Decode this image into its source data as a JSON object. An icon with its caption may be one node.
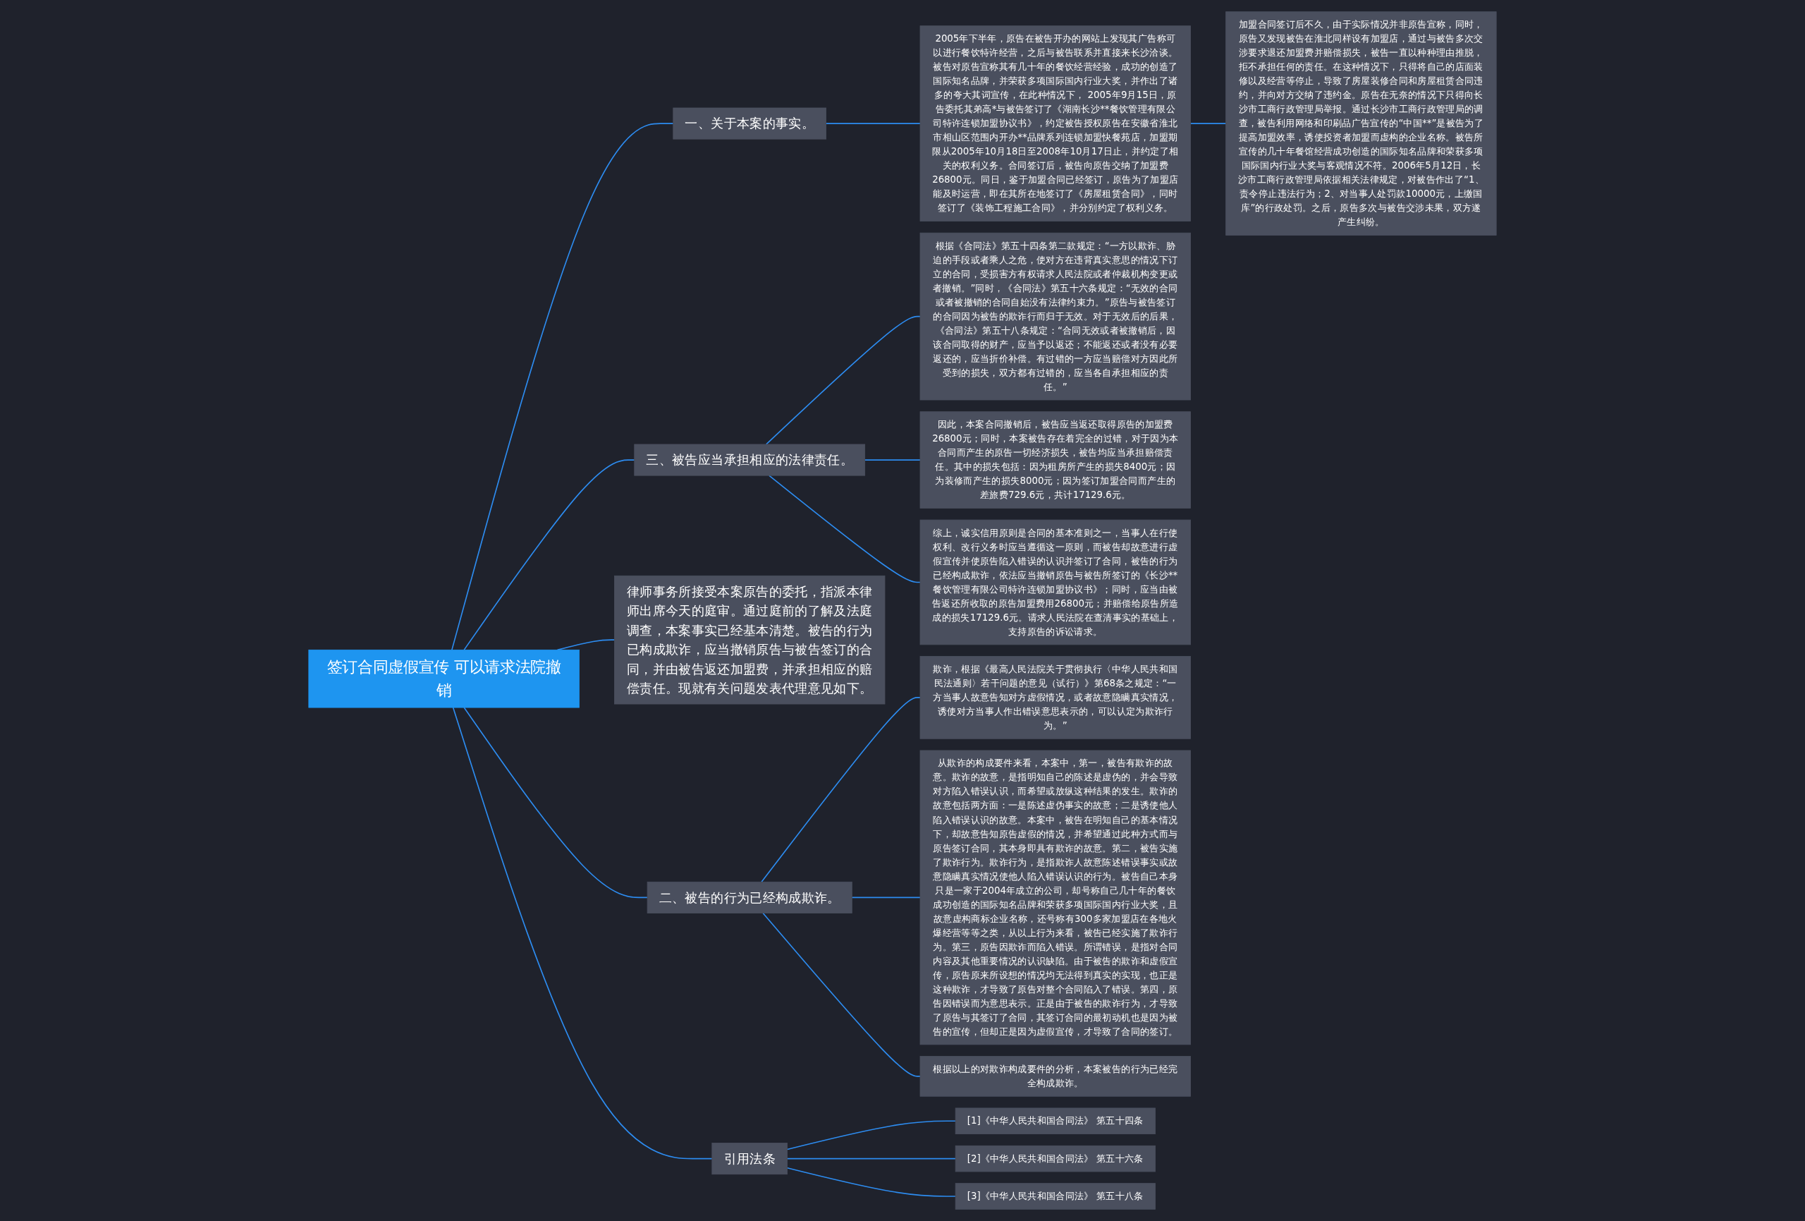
{
  "diagram": {
    "nodes": [
      {
        "text": [
          "签订合同虚假宣传 可以请求法院撤销"
        ]
      },
      {
        "text": [
          "一、关于本案的事实。"
        ]
      },
      {
        "text": [
          "2005年下半年，原告在被告开办的网站上发现其广告称可以进行餐饮特许经营，之后与被告联系并直接来长沙洽谈。被告对原告宣称其有几十年的餐饮经营经验，成功的创造了国际知名品牌，并荣获多项国际国内行业大奖，并作出了诸多的夸大其词宣传，在此种情况下， 2005年9月15日，原告委托其弟高*与被告签订了《湖南长沙**餐饮管理有限公司特许连锁加盟协议书》，约定被告授权原告在安徽省淮北市相山区范围内开办**品牌系列连锁加盟快餐苑店，加盟期限从2005年10月18日至2008年10月17日止，并约定了相关的权利义务。合同签订后，被告向原告交纳了加盟费26800元。同日，鉴于加盟合同已经签订，原告为了加盟店能及时运营，即在其所在地签订了《房屋租赁合同》，同时签订了《装饰工程施工合同》，并分别约定了权利义务。"
        ]
      },
      {
        "text": [
          "加盟合同签订后不久，由于实际情况并非原告宣称，同时，原告又发现被告在淮北同样设有加盟店，通过与被告多次交涉要求退还加盟费并赔偿损失，被告一直以种种理由推脱，拒不承担任何的责任。在这种情况下，只得将自己的店面装修以及经营等停止，导致了房屋装修合同和房屋租赁合同违约，并向对方交纳了违约金。原告在无奈的情况下只得向长沙市工商行政管理局举报。通过长沙市工商行政管理局的调查，被告利用网络和印刷品广告宣传的“中国**”是被告为了提高加盟效率，诱使投资者加盟而虚构的企业名称。被告所宣传的几十年餐馆经营成功创造的国际知名品牌和荣获多项国际国内行业大奖与客观情况不符。2006年5月12日，长沙市工商行政管理局依据相关法律规定，对被告作出了“1、责令停止违法行为；2、对当事人处罚款10000元，上缴国库”的行政处罚。之后，原告多次与被告交涉未果，双方遂产生纠纷。"
        ]
      },
      {
        "text": [
          "三、被告应当承担相应的法律责任。"
        ]
      },
      {
        "text": [
          "根据《合同法》第五十四条第二款规定：“一方以欺诈、胁迫的手段或者乘人之危，使对方在违背真实意思的情况下订立的合同，受损害方有权请求人民法院或者仲裁机构变更或者撤销。”同时，《合同法》第五十六条规定：“无效的合同或者被撤销的合同自始没有法律约束力。”原告与被告签订的合同因为被告的欺诈行而归于无效。对于无效后的后果，《合同法》第五十八条规定：“合同无效或者被撤销后，因该合同取得的财产，应当予以返还；不能返还或者没有必要返还的，应当折价补偿。有过错的一方应当赔偿对方因此所受到的损失，双方都有过错的，应当各自承担相应的责任。”"
        ]
      },
      {
        "text": [
          "因此，本案合同撤销后，被告应当返还取得原告的加盟费26800元；同时，本案被告存在着完全的过错，对于因为本合同而产生的原告一切经济损失，被告均应当承担赔偿责任。其中的损失包括：因为租房所产生的损失8400元；因为装修而产生的损失8000元；因为签订加盟合同而产生的差旅费729.6元，共计17129.6元。"
        ]
      },
      {
        "text": [
          "综上，诚实信用原则是合同的基本准则之一，当事人在行使权利、改行义务时应当遵循这一原则，而被告却故意进行虚假宣传并使原告陷入错误的认识并签订了合同，被告的行为已经构成欺诈，依法应当撤销原告与被告所签订的《长沙**餐饮管理有限公司特许连锁加盟协议书》；同时，应当由被告返还所收取的原告加盟费用26800元；并赔偿给原告所造成的损失17129.6元。请求人民法院在查清事实的基础上，支持原告的诉讼请求。"
        ]
      },
      {
        "text": [
          "律师事务所接受本案原告的委托，指派本律师出席今天的庭审。通过庭前的了解及法庭调查，本案事实已经基本清楚。被告的行为已构成欺诈，应当撤销原告与被告签订的合同，并由被告返还加盟费，并承担相应的赔偿责任。现就有关问题发表代理意见如下。"
        ]
      },
      {
        "text": [
          "二、被告的行为已经构成欺诈。"
        ]
      },
      {
        "text": [
          "欺诈，根据《最高人民法院关于贯彻执行〈中华人民共和国民法通则〉若干问题的意见（试行）》第68条之规定：“一方当事人故意告知对方虚假情况，或者故意隐瞒真实情况，诱使对方当事人作出错误意思表示的，可以认定为欺诈行为。”"
        ]
      },
      {
        "text": [
          "从欺诈的构成要件来看，本案中，第一，被告有欺诈的故意。欺诈的故意，是指明知自己的陈述是虚伪的，并会导致对方陷入错误认识，而希望或放纵这种结果的发生。欺诈的故意包括两方面：一是陈述虚伪事实的故意；二是诱使他人陷入错误认识的故意。本案中，被告在明知自己的基本情况下，却故意告知原告虚假的情况，并希望通过此种方式而与原告签订合同，其本身即具有欺诈的故意。第二，被告实施了欺诈行为。欺诈行为，是指欺诈人故意陈述错误事实或故意隐瞒真实情况使他人陷入错误认识的行为。被告自己本身只是一家于2004年成立的公司，却号称自己几十年的餐饮成功创造的国际知名品牌和荣获多项国际国内行业大奖，且故意虚构商标企业名称，还号称有300多家加盟店在各地火爆经营等等之类，从以上行为来看，被告已经实施了欺诈行为。第三，原告因欺诈而陷入错误。所谓错误，是指对合同内容及其他重要情况的认识缺陷。由于被告的欺诈和虚假宣传，原告原来所设想的情况均无法得到真实的实现，也正是这种欺诈，才导致了原告对整个合同陷入了错误。第四，原告因错误而为意思表示。正是由于被告的欺诈行为，才导致了原告与其签订了合同，其签订合同的最初动机也是因为被告的宣传，但却正是因为虚假宣传，才导致了合同的签订。"
        ]
      },
      {
        "text": [
          "根据以上的对欺诈构成要件的分析，本案被告的行为已经完全构成欺诈。"
        ]
      },
      {
        "text": [
          "引用法条"
        ]
      },
      {
        "text": [
          "[1]《中华人民共和国合同法》 第五十四条"
        ]
      },
      {
        "text": [
          "[2]《中华人民共和国合同法》 第五十六条"
        ]
      },
      {
        "text": [
          "[3]《中华人民共和国合同法》 第五十八条"
        ]
      }
    ],
    "edges": [
      {
        "from": 0,
        "to": 1,
        "arrow": "none"
      },
      {
        "from": 1,
        "to": 2,
        "arrow": "none"
      },
      {
        "from": 2,
        "to": 3,
        "arrow": "none"
      },
      {
        "from": 0,
        "to": 4,
        "arrow": "none"
      },
      {
        "from": 4,
        "to": 5,
        "arrow": "none"
      },
      {
        "from": 4,
        "to": 6,
        "arrow": "none"
      },
      {
        "from": 4,
        "to": 7,
        "arrow": "none"
      },
      {
        "from": 0,
        "to": 8,
        "arrow": "none"
      },
      {
        "from": 0,
        "to": 9,
        "arrow": "none"
      },
      {
        "from": 9,
        "to": 10,
        "arrow": "none"
      },
      {
        "from": 9,
        "to": 11,
        "arrow": "none"
      },
      {
        "from": 9,
        "to": 12,
        "arrow": "none"
      },
      {
        "from": 0,
        "to": 13,
        "arrow": "none"
      },
      {
        "from": 13,
        "to": 14,
        "arrow": "none"
      },
      {
        "from": 13,
        "to": 15,
        "arrow": "none"
      },
      {
        "from": 13,
        "to": 16,
        "arrow": "none"
      }
    ]
  }
}
